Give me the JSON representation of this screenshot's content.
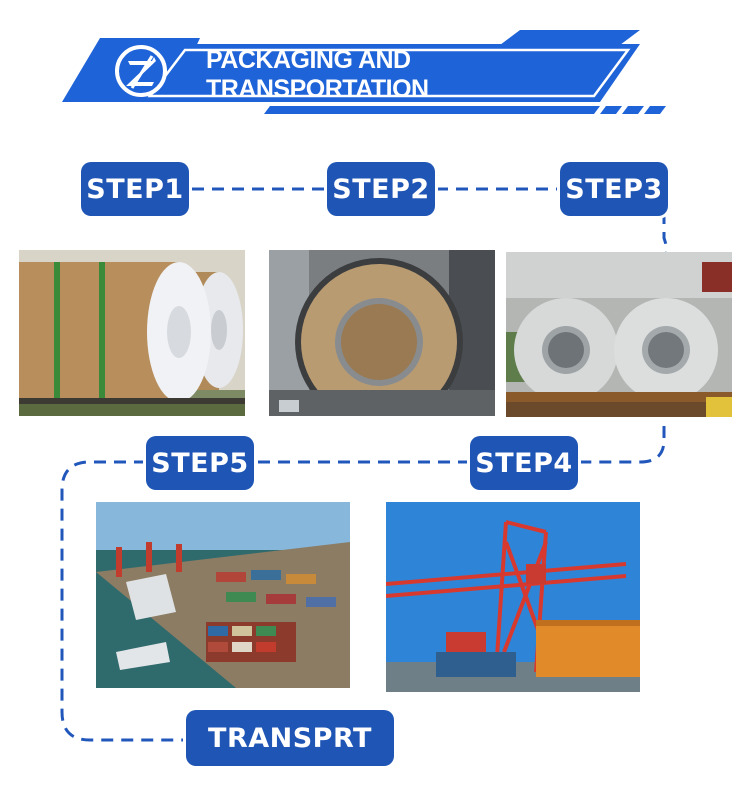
{
  "banner": {
    "title": "PACKAGING AND TRANSPORTATION",
    "logo_icon": "slash-z-logo-icon"
  },
  "steps": [
    {
      "id": "step1",
      "label": "STEP1"
    },
    {
      "id": "step2",
      "label": "STEP2"
    },
    {
      "id": "step3",
      "label": "STEP3"
    },
    {
      "id": "step4",
      "label": "STEP4"
    },
    {
      "id": "step5",
      "label": "STEP5"
    },
    {
      "id": "transport",
      "label": "TRANSPRT"
    }
  ],
  "photos": [
    {
      "name": "coil-cardboard-wrapped-photo"
    },
    {
      "name": "coil-paper-wrapped-photo"
    },
    {
      "name": "coils-on-pallet-photo"
    },
    {
      "name": "container-crane-photo"
    },
    {
      "name": "container-port-aerial-photo"
    }
  ],
  "colors": {
    "brand_blue": "#1f55b5",
    "banner_blue": "#1e63d8",
    "dash_blue": "#2157bb"
  }
}
